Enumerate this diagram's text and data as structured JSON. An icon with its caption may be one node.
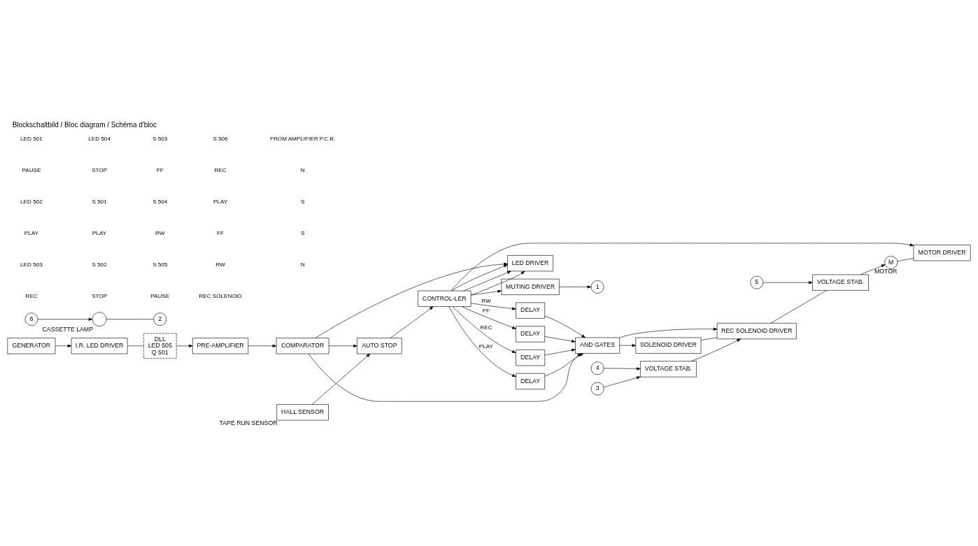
{
  "diagram": {
    "title": "Blockschaltbild / Bloc diagram / Schéma d'bloc",
    "nodes": [
      {
        "text": [
          "GENERATOR"
        ]
      },
      {
        "text": [
          "I.R. LED DRIVER"
        ]
      },
      {
        "text": [
          "DLL",
          "LED 505",
          "Q 501"
        ]
      },
      {
        "text": [
          "PRE-AMPLIFIER"
        ]
      },
      {
        "text": [
          "COMPARATOR"
        ]
      },
      {
        "text": [
          "LED DRIVER"
        ]
      },
      {
        "text": [
          "CONTROL-LER"
        ]
      },
      {
        "text": [
          "DELAY"
        ]
      },
      {
        "text": [
          "DELAY"
        ]
      },
      {
        "text": [
          "DELAY"
        ]
      },
      {
        "text": [
          "DELAY"
        ]
      },
      {
        "text": [
          "AND GATES"
        ]
      },
      {
        "text": [
          "SOLENOID DRIVER"
        ]
      },
      {
        "text": [
          "REC SOLENOID DRIVER"
        ]
      },
      {
        "text": [
          "M"
        ],
        "beside": [
          "MOTOR"
        ]
      },
      {
        "text": [
          "MOTOR DRIVER"
        ]
      },
      {
        "text": [
          "VOLTAGE STAB."
        ]
      },
      {
        "text": [
          "VOLTAGE STAB."
        ]
      },
      {
        "text": [
          "MUTING DRIVER"
        ]
      },
      {
        "text": [
          "AUTO STOP"
        ]
      },
      {
        "text": [
          "HALL SENSOR"
        ],
        "beside": [
          "TAPE RUN SENSOR"
        ]
      },
      {
        "text": [
          "2"
        ]
      },
      {
        "text": [
          "6"
        ]
      },
      {
        "text": [
          "4"
        ]
      },
      {
        "text": [
          "3"
        ]
      },
      {
        "text": [
          "5"
        ]
      },
      {
        "text": [
          "1"
        ]
      },
      {
        "text": [],
        "shape": "circle",
        "beside": [
          "CASSETTE LAMP"
        ]
      }
    ],
    "edges": [
      {
        "from": 0,
        "to": 1,
        "arrow": "to"
      },
      {
        "from": 1,
        "to": 2,
        "arrow": "none"
      },
      {
        "from": 2,
        "to": 3,
        "arrow": "to"
      },
      {
        "from": 3,
        "to": 4,
        "arrow": "to"
      },
      {
        "from": 4,
        "to": 5,
        "arrow": "to"
      },
      {
        "from": 4,
        "to": 19,
        "arrow": "to"
      },
      {
        "from": 4,
        "to": 11,
        "arrow": "to"
      },
      {
        "from": 6,
        "to": 5,
        "arrow": "to"
      },
      {
        "from": 6,
        "to": 5,
        "arrow": "to"
      },
      {
        "from": 6,
        "to": 5,
        "arrow": "to"
      },
      {
        "from": 6,
        "to": 7,
        "arrow": "to",
        "label": "FF"
      },
      {
        "from": 6,
        "to": 8,
        "arrow": "to",
        "label": "RW"
      },
      {
        "from": 6,
        "to": 9,
        "arrow": "to",
        "label": "PLAY"
      },
      {
        "from": 6,
        "to": 10,
        "arrow": "to",
        "label": "REC"
      },
      {
        "from": 7,
        "to": 11,
        "arrow": "to"
      },
      {
        "from": 8,
        "to": 11,
        "arrow": "to"
      },
      {
        "from": 9,
        "to": 11,
        "arrow": "to"
      },
      {
        "from": 10,
        "to": 11,
        "arrow": "to"
      },
      {
        "from": 11,
        "to": 12,
        "arrow": "to"
      },
      {
        "from": 11,
        "to": 13,
        "arrow": "to"
      },
      {
        "from": 12,
        "to": 13,
        "arrow": "none"
      },
      {
        "from": 13,
        "to": 16,
        "arrow": "none"
      },
      {
        "from": 16,
        "to": 14,
        "arrow": "to"
      },
      {
        "from": 14,
        "to": 15,
        "arrow": "none"
      },
      {
        "from": 6,
        "to": 15,
        "arrow": "to"
      },
      {
        "from": 6,
        "to": 18,
        "arrow": "to"
      },
      {
        "from": 17,
        "to": 13,
        "arrow": "to"
      },
      {
        "from": 23,
        "to": 17,
        "arrow": "to"
      },
      {
        "from": 24,
        "to": 17,
        "arrow": "to"
      },
      {
        "from": 25,
        "to": 16,
        "arrow": "to"
      },
      {
        "from": 18,
        "to": 26,
        "arrow": "to"
      },
      {
        "from": 22,
        "to": 27,
        "arrow": "to"
      },
      {
        "from": 27,
        "to": 21,
        "arrow": "none"
      },
      {
        "from": 20,
        "to": 19,
        "arrow": "to"
      },
      {
        "from": 19,
        "to": 6,
        "arrow": "to"
      }
    ],
    "labels": [
      "LED 501",
      "PAUSE",
      "LED 502",
      "PLAY",
      "LED 503",
      "REC",
      "LED 504",
      "STOP",
      "S 501",
      "PLAY",
      "S 502",
      "STOP",
      "S 503",
      "FF",
      "S 504",
      "RW",
      "S 505",
      "PAUSE",
      "S 506",
      "REC",
      "PLAY",
      "FF",
      "RW",
      "REC SOLENOID",
      "FROM AMPLIFIER P.C.B.",
      "N",
      "S",
      "S",
      "N"
    ]
  }
}
